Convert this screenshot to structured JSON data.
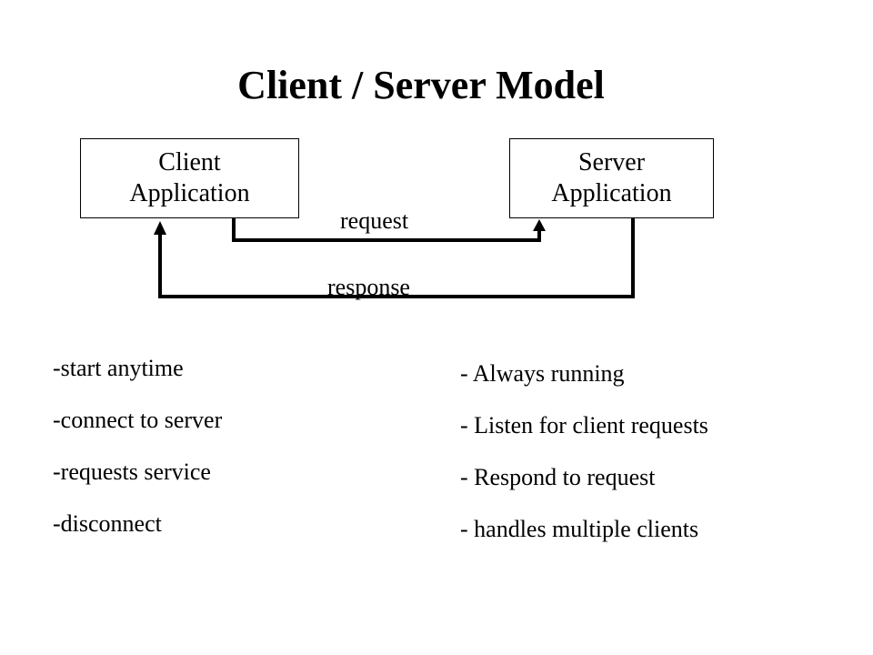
{
  "title": "Client / Server Model",
  "client": {
    "label_line1": "Client",
    "label_line2": "Application",
    "traits": [
      "-start anytime",
      "-connect to server",
      "-requests service",
      "-disconnect"
    ]
  },
  "server": {
    "label_line1": "Server",
    "label_line2": "Application",
    "traits": [
      "- Always running",
      "- Listen for client requests",
      "- Respond to request",
      "- handles multiple clients"
    ]
  },
  "flows": {
    "request_label": "request",
    "response_label": "response"
  },
  "colors": {
    "line": "#000000",
    "background": "#ffffff"
  }
}
